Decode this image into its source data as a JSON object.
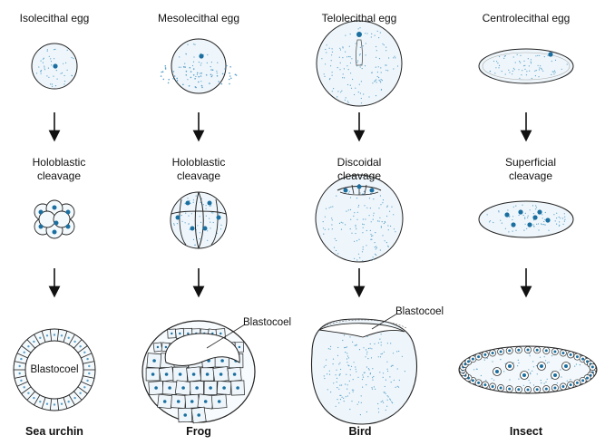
{
  "columns": [
    {
      "egg_type": "Isolecithal egg",
      "cleavage": [
        "Holoblastic",
        "cleavage"
      ],
      "organism": "Sea urchin",
      "cavity": "Blastocoel"
    },
    {
      "egg_type": "Mesolecithal egg",
      "cleavage": [
        "Holoblastic",
        "cleavage"
      ],
      "organism": "Frog",
      "cavity": "Blastocoel"
    },
    {
      "egg_type": "Telolecithal egg",
      "cleavage": [
        "Discoidal",
        "cleavage"
      ],
      "organism": "Bird",
      "cavity": "Blastocoel"
    },
    {
      "egg_type": "Centrolecithal egg",
      "cleavage": [
        "Superficial",
        "cleavage"
      ],
      "organism": "Insect"
    }
  ],
  "colors": {
    "outline": "#222222",
    "nucleus": "#1a6fa0",
    "yolk": "#5a9fc8",
    "fill": "#eef6fb"
  }
}
